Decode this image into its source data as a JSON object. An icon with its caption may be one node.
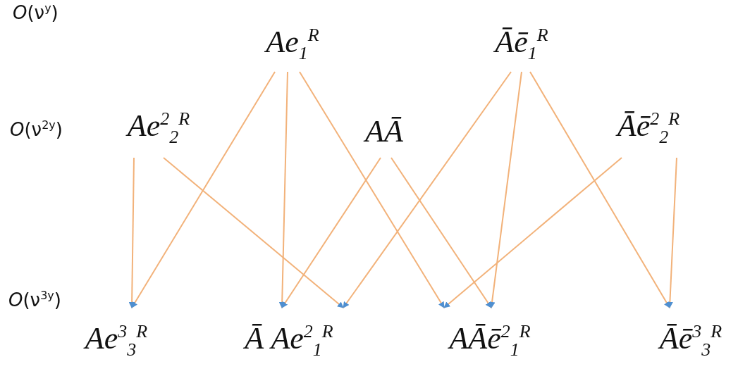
{
  "diagram": {
    "nodes": [
      {
        "text": [
          "Ae$_{1}$$^{R}$"
        ]
      },
      {
        "text": [
          "Āē$_{1}$$^{R}$"
        ]
      },
      {
        "text": [
          "Ae$^{2}$$_{2}$$^{R}$"
        ]
      },
      {
        "text": [
          "AĀ"
        ]
      },
      {
        "text": [
          "Āē$^{2}$$_{2}$$^{R}$"
        ]
      },
      {
        "text": [
          "Ae$^{3}$$_{3}$$^{R}$"
        ]
      },
      {
        "text": [
          "Ā Ae$^{2}$$_{1}$$^{R}$"
        ]
      },
      {
        "text": [
          "AĀē$^{2}$$_{1}$$^{R}$"
        ]
      },
      {
        "text": [
          "Āē$^{3}$$_{3}$$^{R}$"
        ]
      }
    ],
    "edges": [
      {
        "from": 0,
        "to": 5,
        "arrow": "to"
      },
      {
        "from": 0,
        "to": 6,
        "arrow": "to"
      },
      {
        "from": 0,
        "to": 7,
        "arrow": "to"
      },
      {
        "from": 1,
        "to": 6,
        "arrow": "to"
      },
      {
        "from": 1,
        "to": 7,
        "arrow": "to"
      },
      {
        "from": 1,
        "to": 8,
        "arrow": "to"
      },
      {
        "from": 2,
        "to": 5,
        "arrow": "to"
      },
      {
        "from": 2,
        "to": 6,
        "arrow": "to"
      },
      {
        "from": 3,
        "to": 6,
        "arrow": "to"
      },
      {
        "from": 3,
        "to": 7,
        "arrow": "to"
      },
      {
        "from": 4,
        "to": 7,
        "arrow": "to"
      },
      {
        "from": 4,
        "to": 8,
        "arrow": "to"
      }
    ],
    "labels": [
      "*O*(ν$^{y}$)",
      "*O*(ν$^{2y}$)",
      "*O*(ν$^{3y}$)"
    ]
  }
}
